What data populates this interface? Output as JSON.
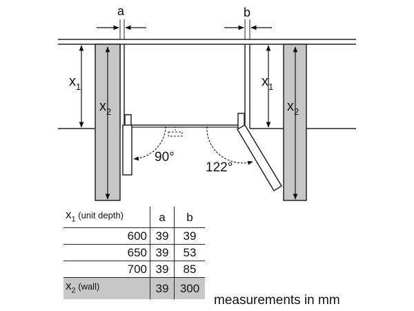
{
  "diagram": {
    "dim_a": "a",
    "dim_b": "b",
    "x1_var": "x",
    "x1_sub": "1",
    "x2_var": "x",
    "x2_sub": "2",
    "angle_left": "90°",
    "angle_right": "122°"
  },
  "table": {
    "header": {
      "var": "x",
      "sub": "1",
      "unit_text": " (unit depth)",
      "col_a": "a",
      "col_b": "b"
    },
    "rows": [
      {
        "x1": "600",
        "a": "39",
        "b": "39"
      },
      {
        "x1": "650",
        "a": "39",
        "b": "53"
      },
      {
        "x1": "700",
        "a": "39",
        "b": "85"
      }
    ],
    "wall": {
      "var": "x",
      "sub": "2",
      "unit_text": " (wall)",
      "a": "39",
      "b": "300"
    }
  },
  "footnote": "measurements in mm",
  "colors": {
    "wall_fill": "#c7c7c7",
    "line": "#222222"
  }
}
